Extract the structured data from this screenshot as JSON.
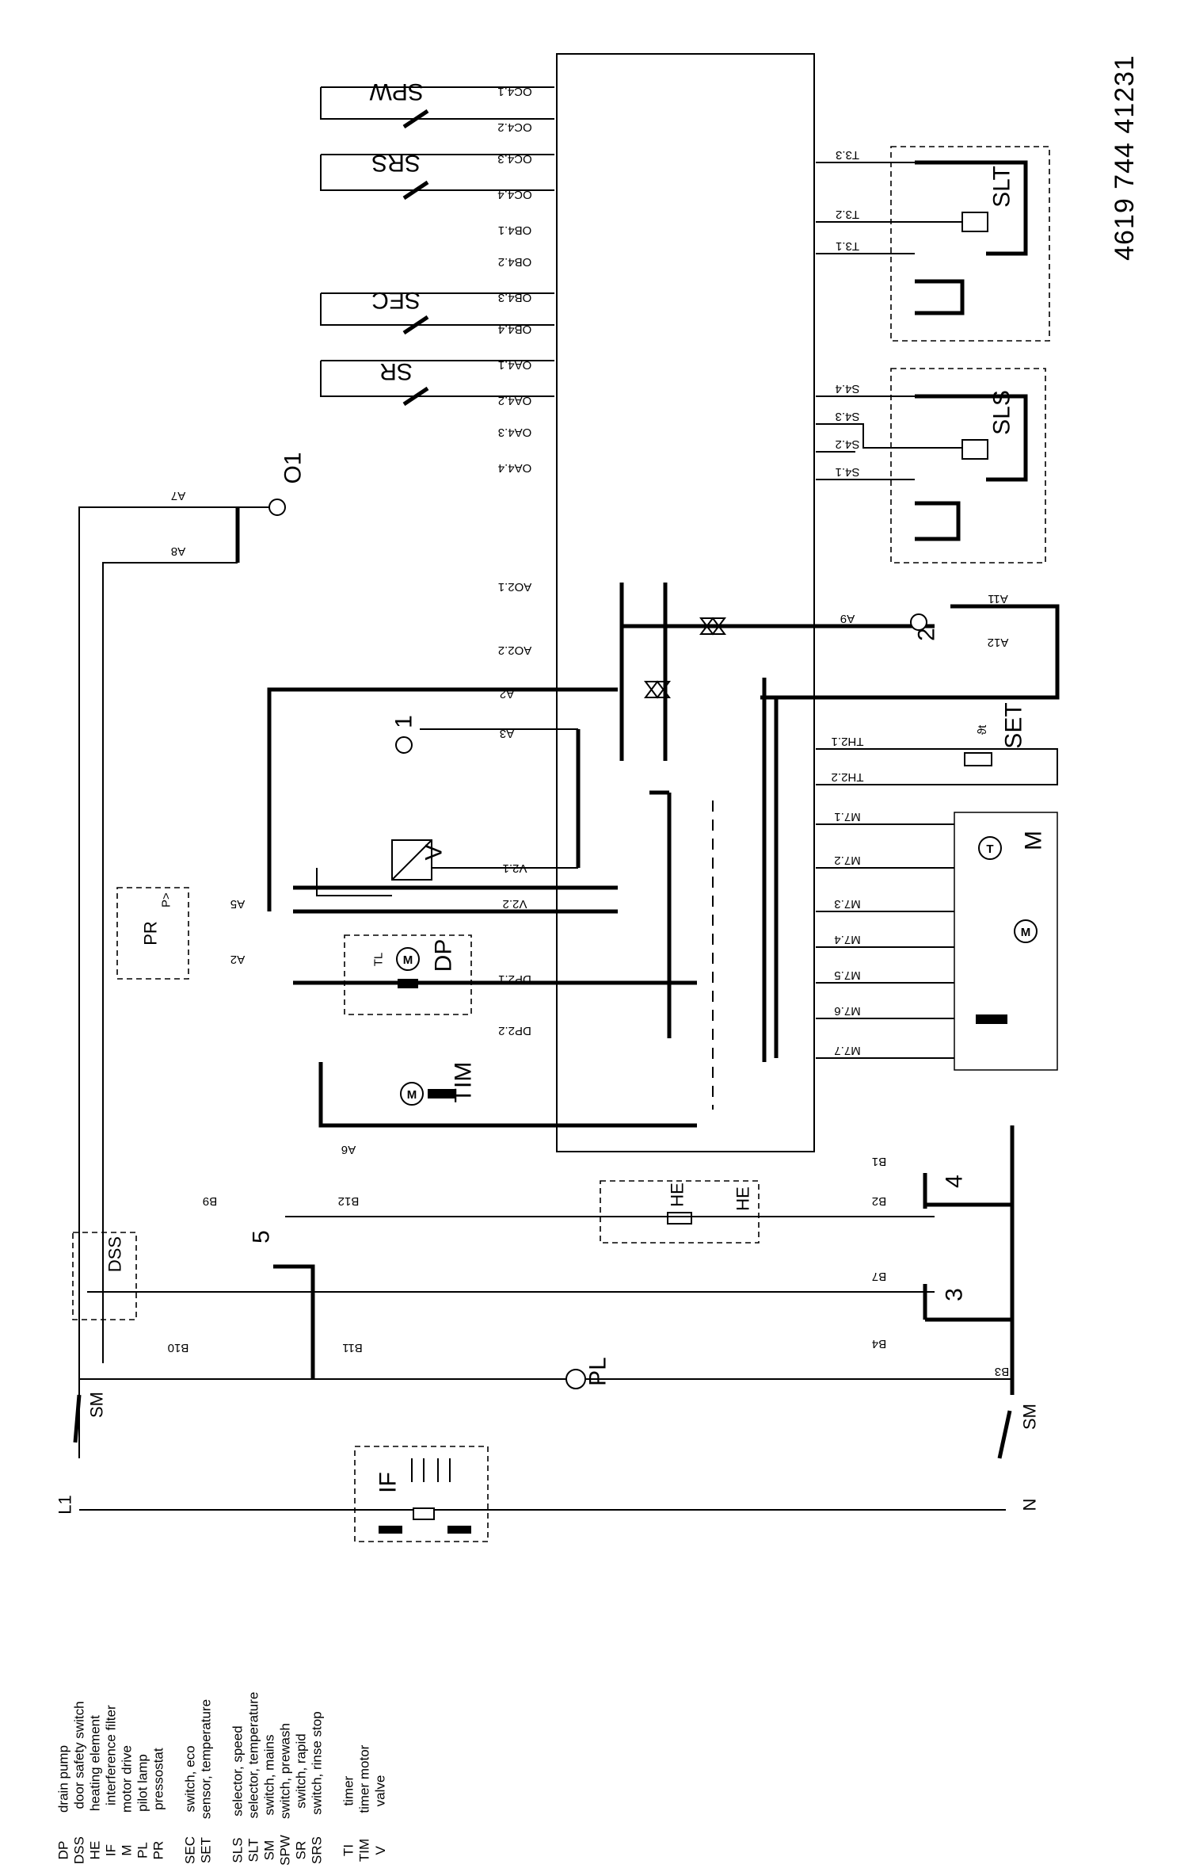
{
  "sheet_number": "4619 744 41231",
  "mains": {
    "l1": "L1",
    "n": "N"
  },
  "pcb_pins_top": [
    "OC4.1",
    "OC4.2",
    "OC4.3",
    "OC4.4",
    "OB4.1",
    "OB4.2",
    "OB4.3",
    "OB4.4",
    "OA4.1",
    "OA4.2",
    "OA4.3",
    "OA4.4"
  ],
  "pcb_pins_left": [
    "AO2.1",
    "AO2.2",
    "V2.1",
    "V2.2",
    "DP2.1",
    "DP2.2"
  ],
  "pcb_pins_bottom": [
    "T3.3",
    "T3.2",
    "T3.1",
    "S4.4",
    "S4.3",
    "S4.2",
    "S4.1",
    "A9",
    "TH2.1",
    "TH2.2",
    "M7.1",
    "M7.2",
    "M7.3",
    "M7.4",
    "M7.5",
    "M7.6",
    "M7.7"
  ],
  "wire_labels": [
    "A7",
    "A8",
    "A2",
    "A3",
    "A5",
    "A2",
    "A6",
    "B9",
    "B12",
    "B10",
    "B11",
    "B1",
    "B2",
    "B7",
    "B4",
    "B3",
    "A11",
    "A12"
  ],
  "components": {
    "spw": "SPW",
    "srs": "SRS",
    "sec": "SEC",
    "sr": "SR",
    "slt": "SLT",
    "sls": "SLS",
    "o1": "O1",
    "s1": "1",
    "s2": "2",
    "s3": "3",
    "s4": "4",
    "s5": "5",
    "set": "SET",
    "v": "V",
    "pr": "PR",
    "p": "P>",
    "dp": "DP",
    "tl": "TL",
    "m_motor": "M",
    "m_drive": "M",
    "t": "T",
    "tim": "TIM",
    "dss": "DSS",
    "he": "HE",
    "he2": "HE",
    "pl": "PL",
    "sm_top": "SM",
    "sm_bot": "SM",
    "if": "IF",
    "theta": "ϑt"
  },
  "legend": [
    {
      "code": "DP",
      "desc": "drain pump"
    },
    {
      "code": "DSS",
      "desc": "door safety switch"
    },
    {
      "code": "HE",
      "desc": "heating element"
    },
    {
      "code": "IF",
      "desc": "interference filter"
    },
    {
      "code": "M",
      "desc": "motor drive"
    },
    {
      "code": "PL",
      "desc": "pilot lamp"
    },
    {
      "code": "PR",
      "desc": "pressostat"
    },
    {
      "code": "SEC",
      "desc": "switch, eco"
    },
    {
      "code": "SET",
      "desc": "sensor, temperature"
    },
    {
      "code": "SLS",
      "desc": "selector, speed"
    },
    {
      "code": "SLT",
      "desc": "selector, temperature"
    },
    {
      "code": "SM",
      "desc": "switch, mains"
    },
    {
      "code": "SPW",
      "desc": "switch, prewash"
    },
    {
      "code": "SR",
      "desc": "switch, rapid"
    },
    {
      "code": "SRS",
      "desc": "switch, rinse stop"
    },
    {
      "code": "TI",
      "desc": "timer"
    },
    {
      "code": "TIM",
      "desc": "timer motor"
    },
    {
      "code": "V",
      "desc": "valve"
    }
  ]
}
